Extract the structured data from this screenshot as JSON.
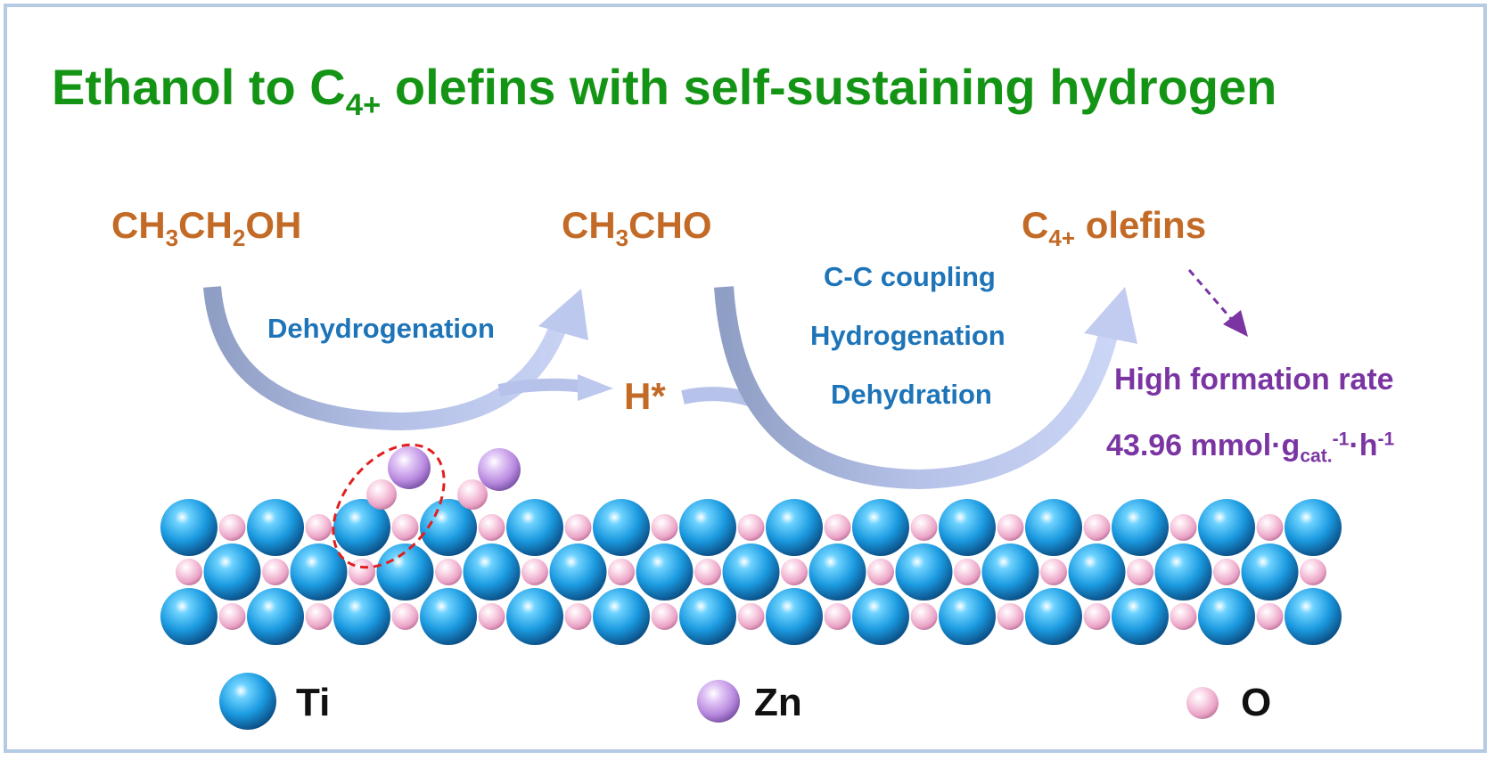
{
  "title": {
    "pre": "Ethanol to C",
    "sub": "4+",
    "post": " olefins with self-sustaining hydrogen"
  },
  "molecules": {
    "ethanol": {
      "a": "CH",
      "s1": "3",
      "b": "CH",
      "s2": "2",
      "c": "OH"
    },
    "acetaldehyde": {
      "a": "CH",
      "s1": "3",
      "b": "CHO"
    },
    "olefins": {
      "a": "C",
      "s": "4+",
      "b": " olefins"
    },
    "hstar": "H*"
  },
  "steps": {
    "dehydrogenation": "Dehydrogenation",
    "coupling": "C-C coupling",
    "hydrogenation": "Hydrogenation",
    "dehydration": "Dehydration"
  },
  "rate": {
    "label": "High formation rate",
    "value": "43.96 mmol·g",
    "sub": "cat.",
    "sup1": "-1",
    "mid": "·h",
    "sup2": "-1"
  },
  "legend": [
    {
      "label": "Ti",
      "icon": "ti-atom-icon"
    },
    {
      "label": "Zn",
      "icon": "zn-atom-icon"
    },
    {
      "label": "O",
      "icon": "o-atom-icon"
    }
  ],
  "colors": {
    "title": "#149415",
    "molecule": "#c26a26",
    "step": "#1d74b8",
    "rate": "#7a35a3",
    "ti": "#1e9ee0",
    "zn": "#c99be8",
    "o": "#f6bfd8",
    "highlight": "#e02020",
    "frame": "#b5cbe4"
  }
}
